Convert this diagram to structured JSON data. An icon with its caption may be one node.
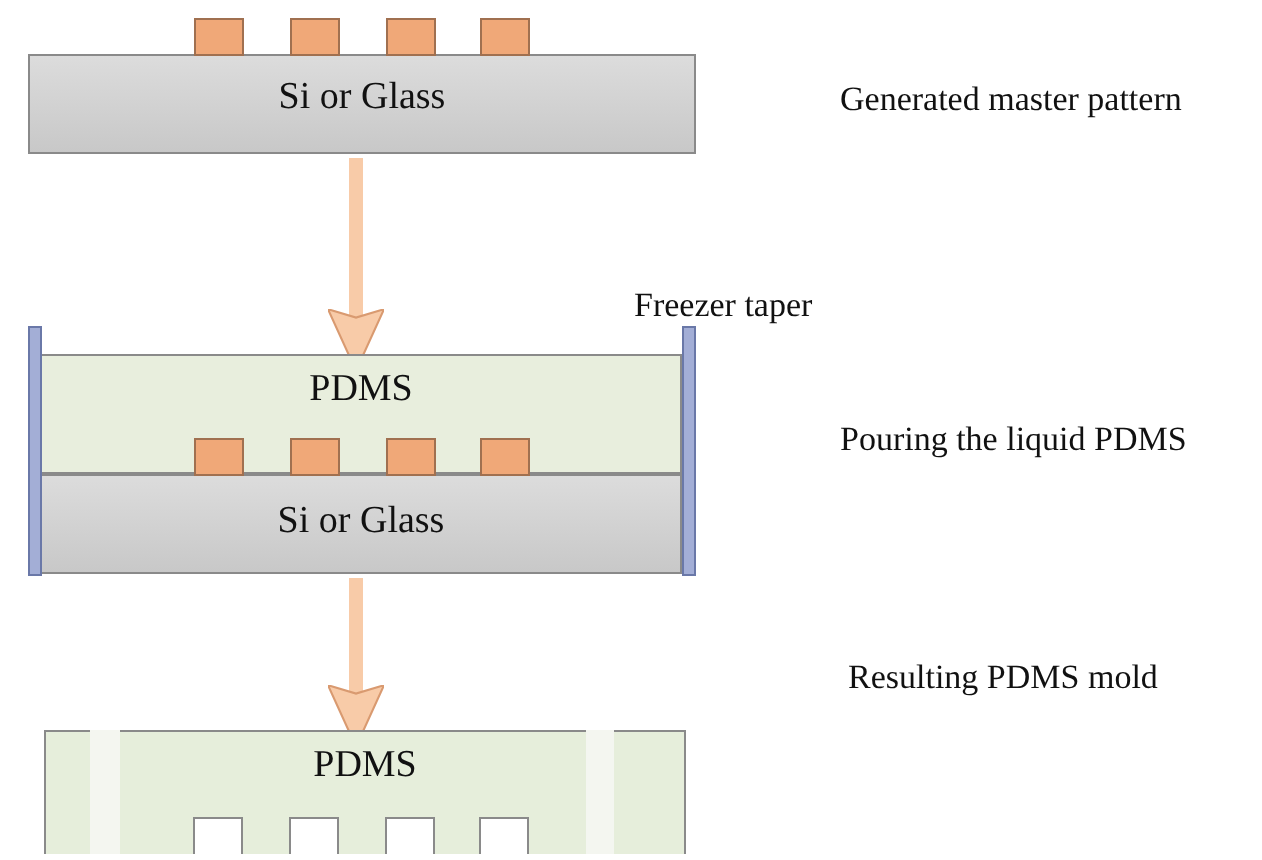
{
  "diagram": {
    "nodes": [
      {
        "text": [
          "Si or Glass"
        ]
      },
      {
        "text": [
          "PDMS"
        ]
      },
      {
        "text": [
          "Si or Glass"
        ]
      },
      {
        "text": [
          "PDMS"
        ]
      }
    ],
    "edges": [
      {
        "from": 0,
        "to": 1,
        "arrow": "to"
      },
      {
        "from": 2,
        "to": 3,
        "arrow": "to"
      }
    ],
    "labels": [
      "Generated master pattern",
      "Freezer taper",
      "Pouring the liquid PDMS",
      "Resulting PDMS mold"
    ]
  }
}
